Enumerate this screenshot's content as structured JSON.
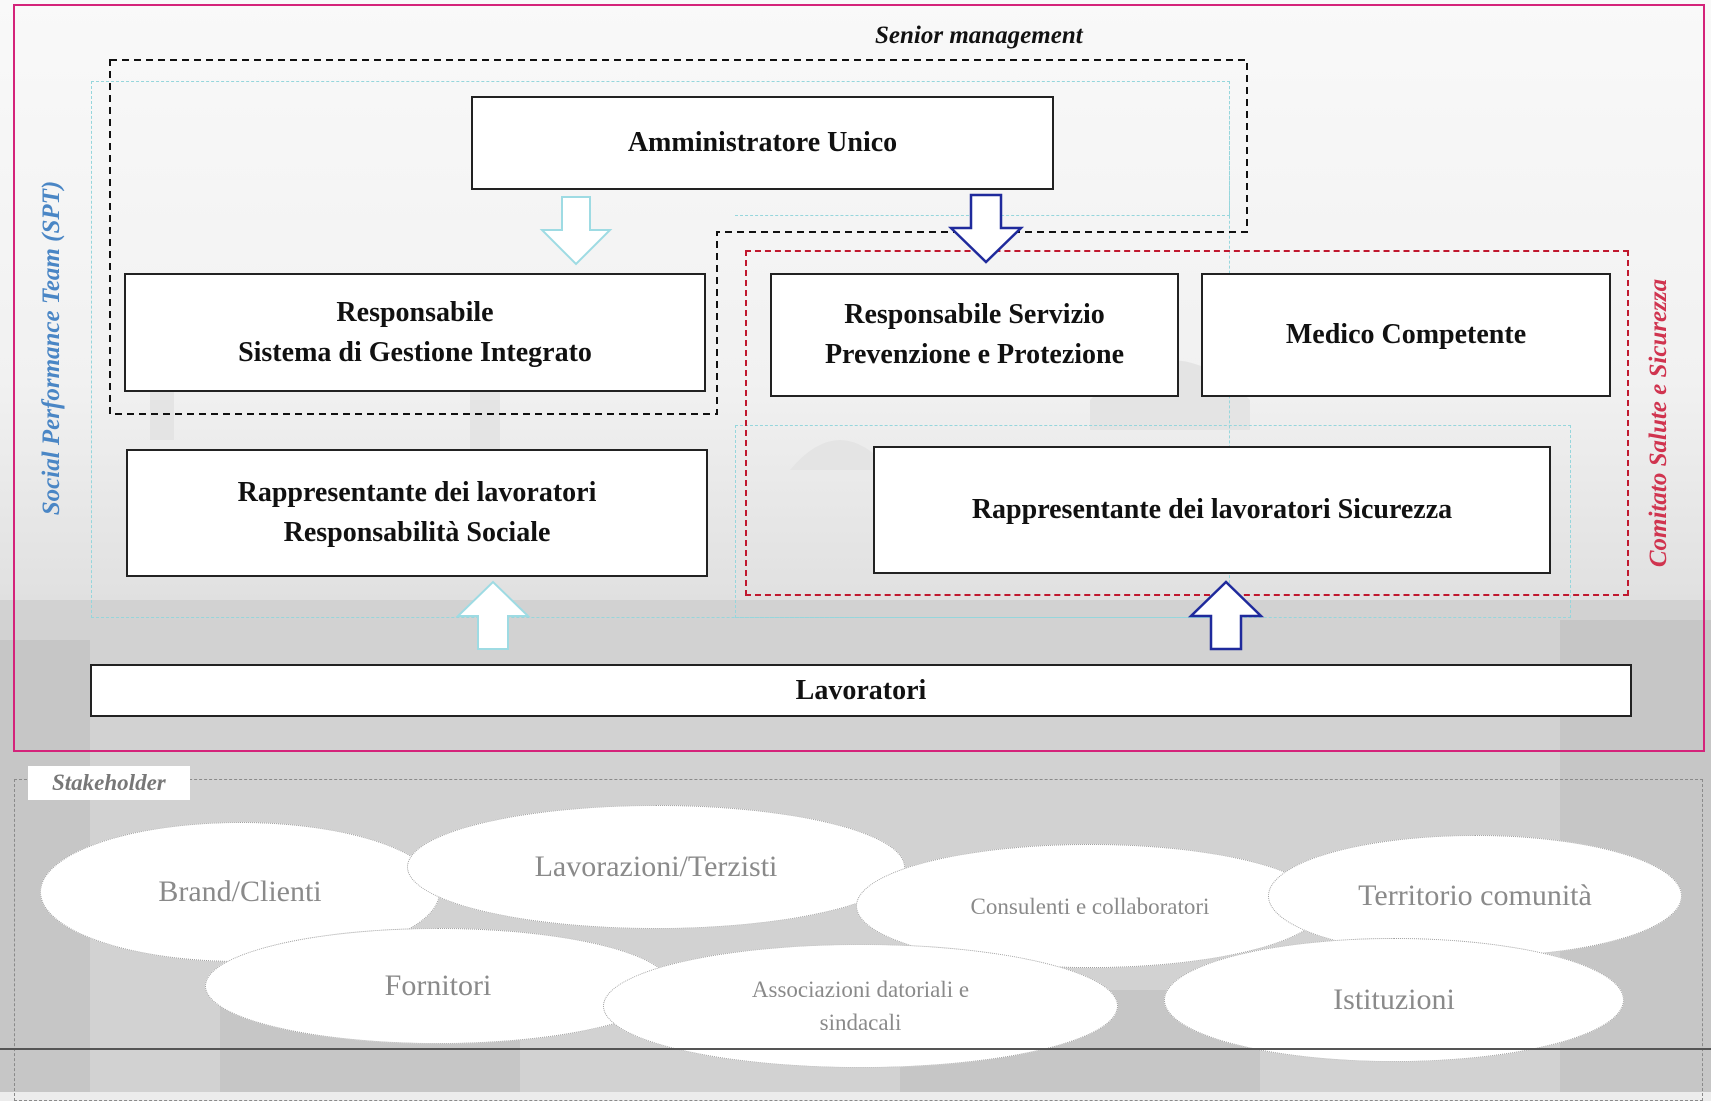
{
  "labels": {
    "senior_management": "Senior management",
    "spt": "Social Performance Team (SPT)",
    "comitato": "Comitato Salute e Sicurezza",
    "stakeholder": "Stakeholder"
  },
  "boxes": {
    "amministratore": "Amministratore Unico",
    "responsabile_sgi_line1": "Responsabile",
    "responsabile_sgi_line2": "Sistema di Gestione Integrato",
    "rspp_line1": "Responsabile Servizio",
    "rspp_line2": "Prevenzione e Protezione",
    "medico": "Medico Competente",
    "rl_sociale_line1": "Rappresentante dei lavoratori",
    "rl_sociale_line2": "Responsabilità Sociale",
    "rls": "Rappresentante dei lavoratori Sicurezza",
    "lavoratori": "Lavoratori"
  },
  "stakeholders": {
    "brand": "Brand/Clienti",
    "lavorazioni": "Lavorazioni/Terzisti",
    "consulenti": "Consulenti e collaboratori",
    "territorio": "Territorio comunità",
    "fornitori": "Fornitori",
    "associazioni_line1": "Associazioni datoriali e",
    "associazioni_line2": "sindacali",
    "istituzioni": "Istituzioni"
  },
  "colors": {
    "outer_frame": "#d4237a",
    "spt_text": "#4a86c5",
    "comitato_text": "#d0344f",
    "comitato_frame": "#c0182e",
    "cyan_frame": "#96d6dc",
    "navy_arrow": "#1f2a9c",
    "light_arrow": "#9edbe3"
  }
}
